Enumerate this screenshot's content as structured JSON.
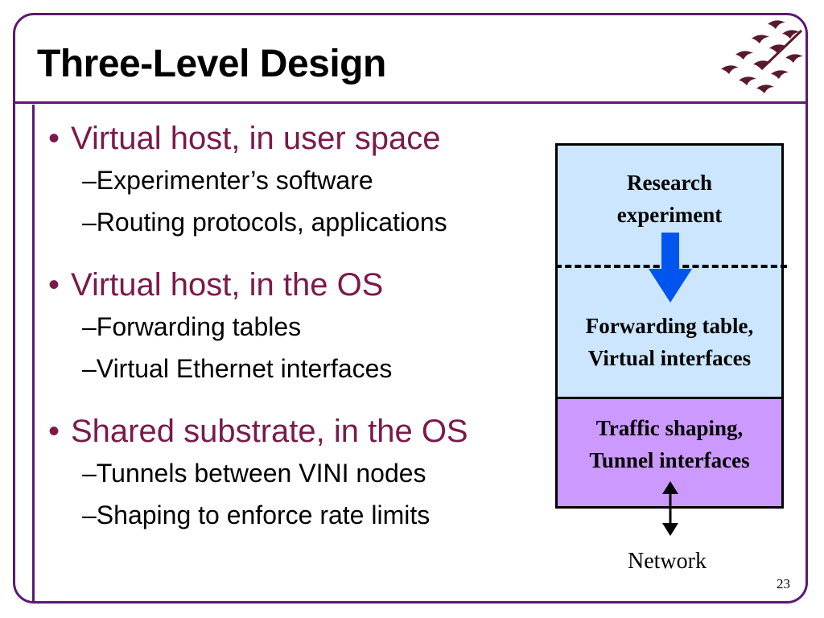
{
  "slide": {
    "title": "Three-Level Design",
    "page_number": "23"
  },
  "bullets": [
    {
      "text": "Virtual host, in user space",
      "subs": [
        "Experimenter’s software",
        "Routing protocols, applications"
      ]
    },
    {
      "text": "Virtual host, in the OS",
      "subs": [
        "Forwarding tables",
        "Virtual Ethernet interfaces"
      ]
    },
    {
      "text": "Shared substrate, in the OS",
      "subs": [
        "Tunnels between VINI nodes",
        "Shaping to enforce rate limits"
      ]
    }
  ],
  "diagram": {
    "research_line1": "Research",
    "research_line2": "experiment",
    "forwarding_line1": "Forwarding table,",
    "forwarding_line2": "Virtual interfaces",
    "traffic_line1": "Traffic shaping,",
    "traffic_line2": "Tunnel interfaces",
    "network_label": "Network"
  },
  "colors": {
    "frame": "#5b1a6e",
    "bullet_text": "#7a1a4a",
    "upper_box": "#cce6ff",
    "lower_box": "#cc99ff",
    "arrow_blue": "#0055ee"
  }
}
